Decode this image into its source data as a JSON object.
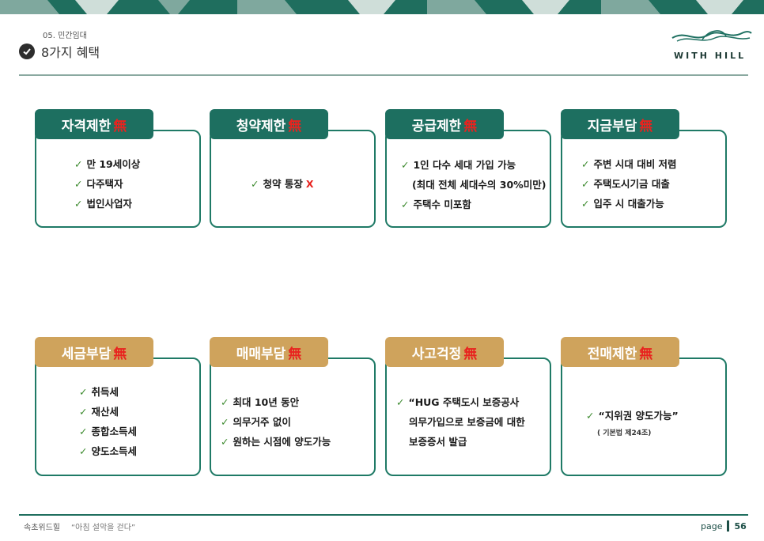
{
  "header": {
    "section_label": "05. 민간임대",
    "title": "8가지 혜택"
  },
  "logo": {
    "text": "WITH HILL"
  },
  "benefits": [
    {
      "title": "자격제한",
      "mark": "無",
      "style": "green",
      "items": [
        "만 19세이상",
        "다주택자",
        "법인사업자"
      ]
    },
    {
      "title": "청약제한",
      "mark": "無",
      "style": "green",
      "items": [
        "청약 통장"
      ],
      "x_mark": "X"
    },
    {
      "title": "공급제한",
      "mark": "無",
      "style": "green",
      "items": [
        "1인 다수 세대 가입 가능",
        "(최대 전체 세대수의 30%미만)",
        "주택수 미포함"
      ]
    },
    {
      "title": "지금부담",
      "mark": "無",
      "style": "green",
      "items": [
        "주변 시대 대비 저렴",
        "주택도시기금 대출",
        "입주 시 대출가능"
      ]
    },
    {
      "title": "세금부담",
      "mark": "無",
      "style": "gold",
      "items": [
        "취득세",
        "재산세",
        "종합소득세",
        "양도소득세"
      ]
    },
    {
      "title": "매매부담",
      "mark": "無",
      "style": "gold",
      "items": [
        "최대 10년 동안",
        "의무거주 없이",
        "원하는 시점에 양도가능"
      ]
    },
    {
      "title": "사고걱정",
      "mark": "無",
      "style": "gold",
      "items": [
        "“HUG 주택도시 보증공사",
        "의무가입으로 보증금에 대한",
        "보증증서 발급"
      ]
    },
    {
      "title": "전매제한",
      "mark": "無",
      "style": "gold",
      "items": [
        "“지위권 양도가능”"
      ],
      "note": "( 기본법 제24조)"
    }
  ],
  "footer": {
    "brand": "속초위드힐",
    "slogan": "“아침 설악을 걷다”",
    "page_label": "page",
    "page_number": "56"
  },
  "colors": {
    "green": "#1d6f60",
    "gold": "#cfa35c",
    "accent_red": "#e8231f",
    "check_green": "#3c8a2e"
  },
  "icons": [
    "check-circle-icon",
    "check-mark-icon",
    "with-hill-logo-icon"
  ]
}
